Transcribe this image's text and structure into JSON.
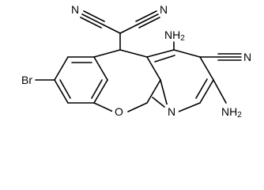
{
  "structure": {
    "atoms": {
      "br": {
        "element": "Br",
        "label": "Br"
      },
      "o": {
        "element": "O",
        "label": "O"
      },
      "n_ring": {
        "element": "N",
        "label": "N"
      },
      "n_cn_top_left": {
        "element": "N",
        "label": "N"
      },
      "n_cn_top_right": {
        "element": "N",
        "label": "N"
      },
      "n_cn_right": {
        "element": "N",
        "label": "N"
      },
      "nh2_top": {
        "element": "N",
        "label": "NH",
        "subscript": "2"
      },
      "nh2_bottom": {
        "element": "N",
        "label": "NH",
        "subscript": "2"
      }
    }
  }
}
